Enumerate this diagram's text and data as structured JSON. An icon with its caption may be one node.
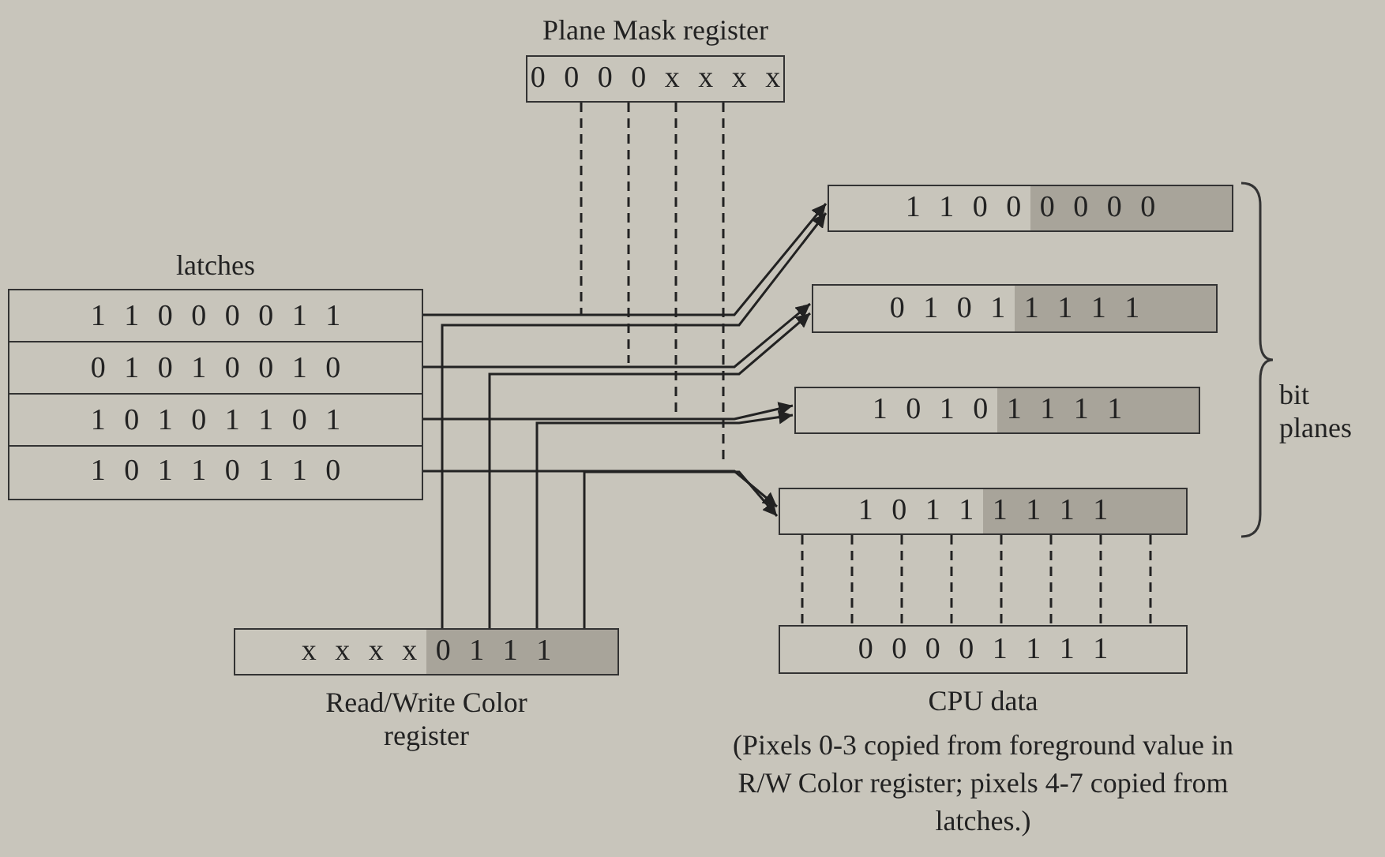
{
  "diagram": {
    "nodes": [
      {
        "text": [
          "Plane Mask register",
          "0 0 0 0 x x x x"
        ]
      },
      {
        "text": [
          "latches"
        ]
      },
      {
        "text": [
          "1 1 0 0 0 0 1 1"
        ],
        "in": 1
      },
      {
        "text": [
          "0 1 0 1 0 0 1 0"
        ],
        "in": 1
      },
      {
        "text": [
          "1 0 1 0 1 1 0 1"
        ],
        "in": 1
      },
      {
        "text": [
          "1 0 1 1 0 1 1 0"
        ],
        "in": 1
      },
      {
        "text": [
          "1 1 0 0 0 0 0 0"
        ]
      },
      {
        "text": [
          "0 1 0 1 1 1 1 1"
        ]
      },
      {
        "text": [
          "1 0 1 0 1 1 1 1"
        ]
      },
      {
        "text": [
          "1 0 1 1 1 1 1 1"
        ]
      },
      {
        "text": [
          "x x x x 0 1 1 1",
          "Read/Write Color register"
        ]
      },
      {
        "text": [
          "0 0 0 0 1 1 1 1",
          "CPU data"
        ],
        "beside": [
          "(Pixels 0-3 copied from foreground value in R/W Color register; pixels 4-7 copied from latches.)"
        ]
      }
    ],
    "edges": [
      {
        "from": 2,
        "to": 6,
        "arrow": "to"
      },
      {
        "from": 3,
        "to": 7,
        "arrow": "to"
      },
      {
        "from": 4,
        "to": 8,
        "arrow": "to"
      },
      {
        "from": 5,
        "to": 9,
        "arrow": "to"
      },
      {
        "from": 10,
        "to": 6,
        "arrow": "to"
      },
      {
        "from": 10,
        "to": 7,
        "arrow": "to"
      },
      {
        "from": 10,
        "to": 8,
        "arrow": "to"
      },
      {
        "from": 10,
        "to": 9,
        "arrow": "to"
      },
      {
        "from": 0,
        "to": null,
        "arrow": "none",
        "style": "dashed"
      },
      {
        "from": 0,
        "to": null,
        "arrow": "none",
        "style": "dashed"
      },
      {
        "from": 0,
        "to": null,
        "arrow": "none",
        "style": "dashed"
      },
      {
        "from": 0,
        "to": null,
        "arrow": "none",
        "style": "dashed"
      },
      {
        "from": 9,
        "to": 11,
        "arrow": "none",
        "style": "dashed"
      },
      {
        "from": 9,
        "to": 11,
        "arrow": "none",
        "style": "dashed"
      },
      {
        "from": 9,
        "to": 11,
        "arrow": "none",
        "style": "dashed"
      },
      {
        "from": 9,
        "to": 11,
        "arrow": "none",
        "style": "dashed"
      },
      {
        "from": 9,
        "to": 11,
        "arrow": "none",
        "style": "dashed"
      },
      {
        "from": 9,
        "to": 11,
        "arrow": "none",
        "style": "dashed"
      },
      {
        "from": 9,
        "to": 11,
        "arrow": "none",
        "style": "dashed"
      },
      {
        "from": 9,
        "to": 11,
        "arrow": "none",
        "style": "dashed"
      }
    ],
    "labels": [
      "bit planes"
    ]
  }
}
